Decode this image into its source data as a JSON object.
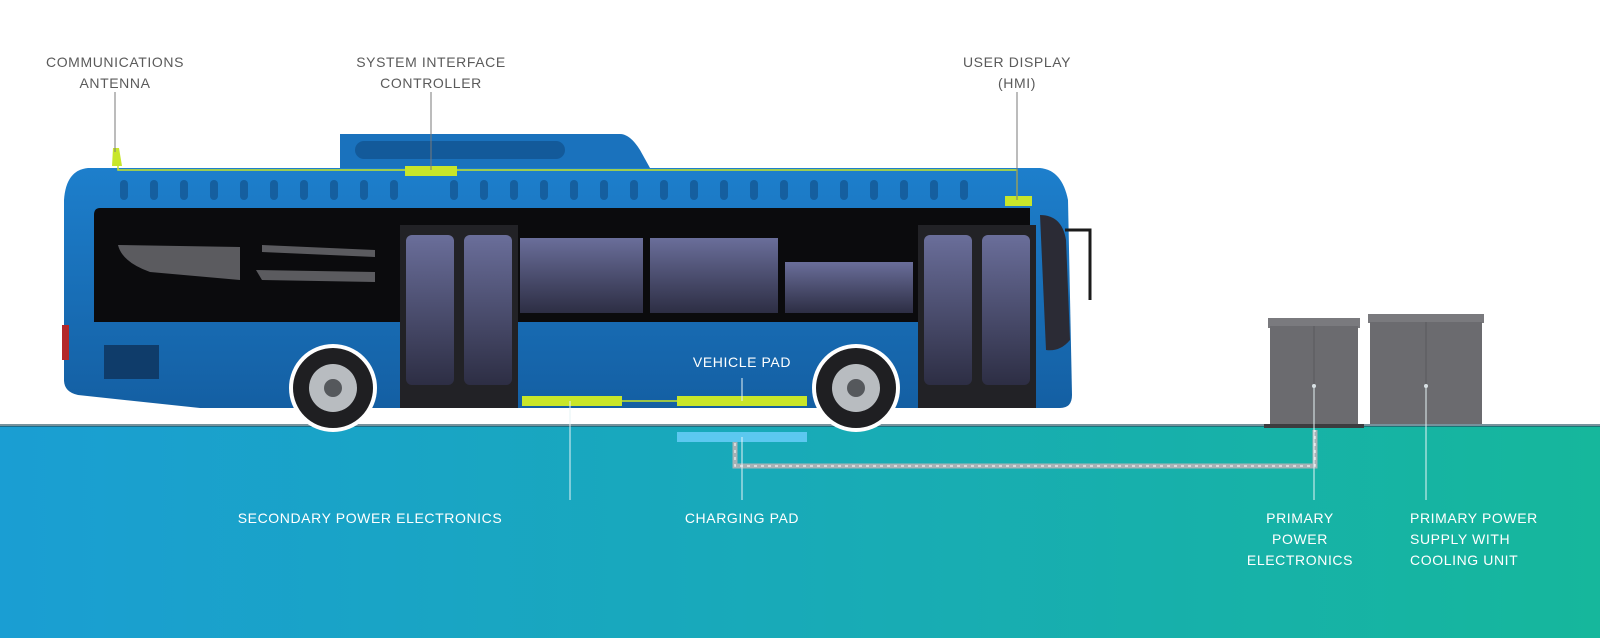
{
  "labels": {
    "communications_antenna": "COMMUNICATIONS\nANTENNA",
    "system_interface_controller": "SYSTEM INTERFACE\nCONTROLLER",
    "user_display": "USER DISPLAY\n(HMI)",
    "vehicle_pad": "VEHICLE PAD",
    "secondary_power_electronics": "SECONDARY POWER ELECTRONICS",
    "charging_pad": "CHARGING PAD",
    "primary_power_electronics": "PRIMARY\nPOWER\nELECTRONICS",
    "primary_power_supply": "PRIMARY POWER\nSUPPLY WITH\nCOOLING UNIT"
  },
  "colors": {
    "bus_body": "#1a72bd",
    "component_highlight": "#c8e62a",
    "ground_left": "#1a9ed3",
    "ground_right": "#16b79c",
    "cabinet": "#6b6b6f",
    "charging_pad": "#5cc8f0"
  }
}
